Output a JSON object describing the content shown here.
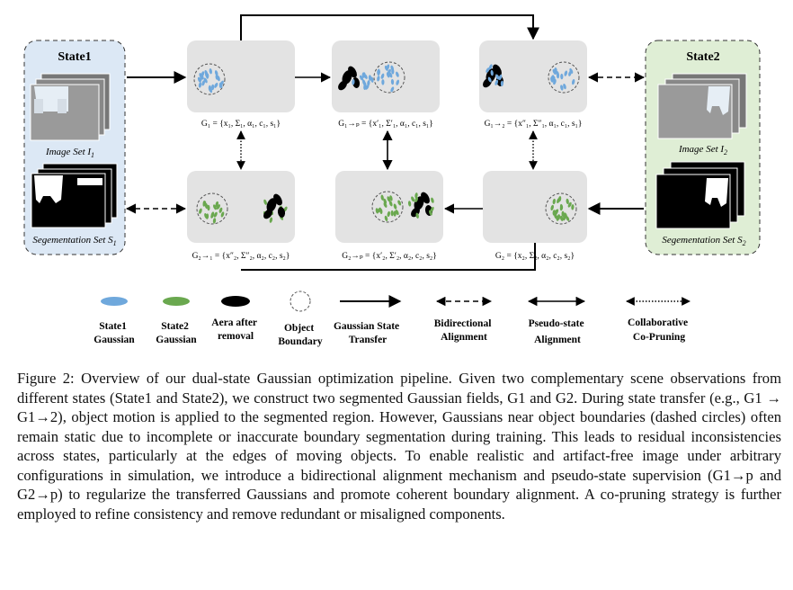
{
  "state1": {
    "title": "State1",
    "image_set_label": "Image Set I",
    "image_set_sub": "1",
    "seg_set_label": "Segementation Set S",
    "seg_set_sub": "1"
  },
  "state2": {
    "title": "State2",
    "image_set_label": "Image Set I",
    "image_set_sub": "2",
    "seg_set_label": "Segementation Set S",
    "seg_set_sub": "2"
  },
  "nodes": {
    "g1": "G₁ = {x₁, Σ₁, α₁, c₁, s₁}",
    "g1p": "G₁→ₚ = {x′₁, Σ′₁, α₁, c₁, s₁}",
    "g12": "G₁→₂ = {x″₁, Σ″₁, α₁, c₁, s₁}",
    "g21": "G₂→₁ = {x″₂, Σ″₂, α₂, c₂, s₂}",
    "g2p": "G₂→ₚ = {x′₂, Σ′₂, α₂, c₂, s₂}",
    "g2": "G₂ = {x₂, Σ₂, α₂, c₂, s₂}"
  },
  "legend": {
    "state1_gaussian": [
      "State1",
      "Gaussian"
    ],
    "state2_gaussian": [
      "State2",
      "Gaussian"
    ],
    "area_after_removal": [
      "Aera after",
      "removal"
    ],
    "object_boundary": [
      "Object",
      "Boundary"
    ],
    "gaussian_state_transfer": [
      "Gaussian State",
      "Transfer"
    ],
    "bidirectional_alignment": [
      "Bidirectional",
      "Alignment"
    ],
    "pseudo_state_alignment": [
      "Pseudo-state",
      "Alignment"
    ],
    "collaborative_co_pruning": [
      "Collaborative",
      "Co-Pruning"
    ]
  },
  "colors": {
    "state1_blue": "#6fa8dc",
    "state2_green": "#6aa84f",
    "state1_panel": "#dce8f5",
    "state2_panel": "#dfeed5",
    "node_gray": "#e3e3e3"
  },
  "caption": "Figure 2: Overview of our dual-state Gaussian optimization pipeline. Given two complementary scene observations from different states (State1 and State2), we construct two segmented Gaussian fields, G1 and G2. During state transfer (e.g., G1 → G1→2), object motion is applied to the segmented region. However, Gaussians near object boundaries (dashed circles) often remain static due to incomplete or inaccurate boundary segmentation during training. This leads to residual inconsistencies across states, particularly at the edges of moving objects. To enable realistic and artifact-free image under arbitrary configurations in simulation, we introduce a bidirectional alignment mechanism and pseudo-state supervision (G1→p and G2→p) to regularize the transferred Gaussians and promote coherent boundary alignment. A co-pruning strategy is further employed to refine consistency and remove redundant or misaligned components."
}
